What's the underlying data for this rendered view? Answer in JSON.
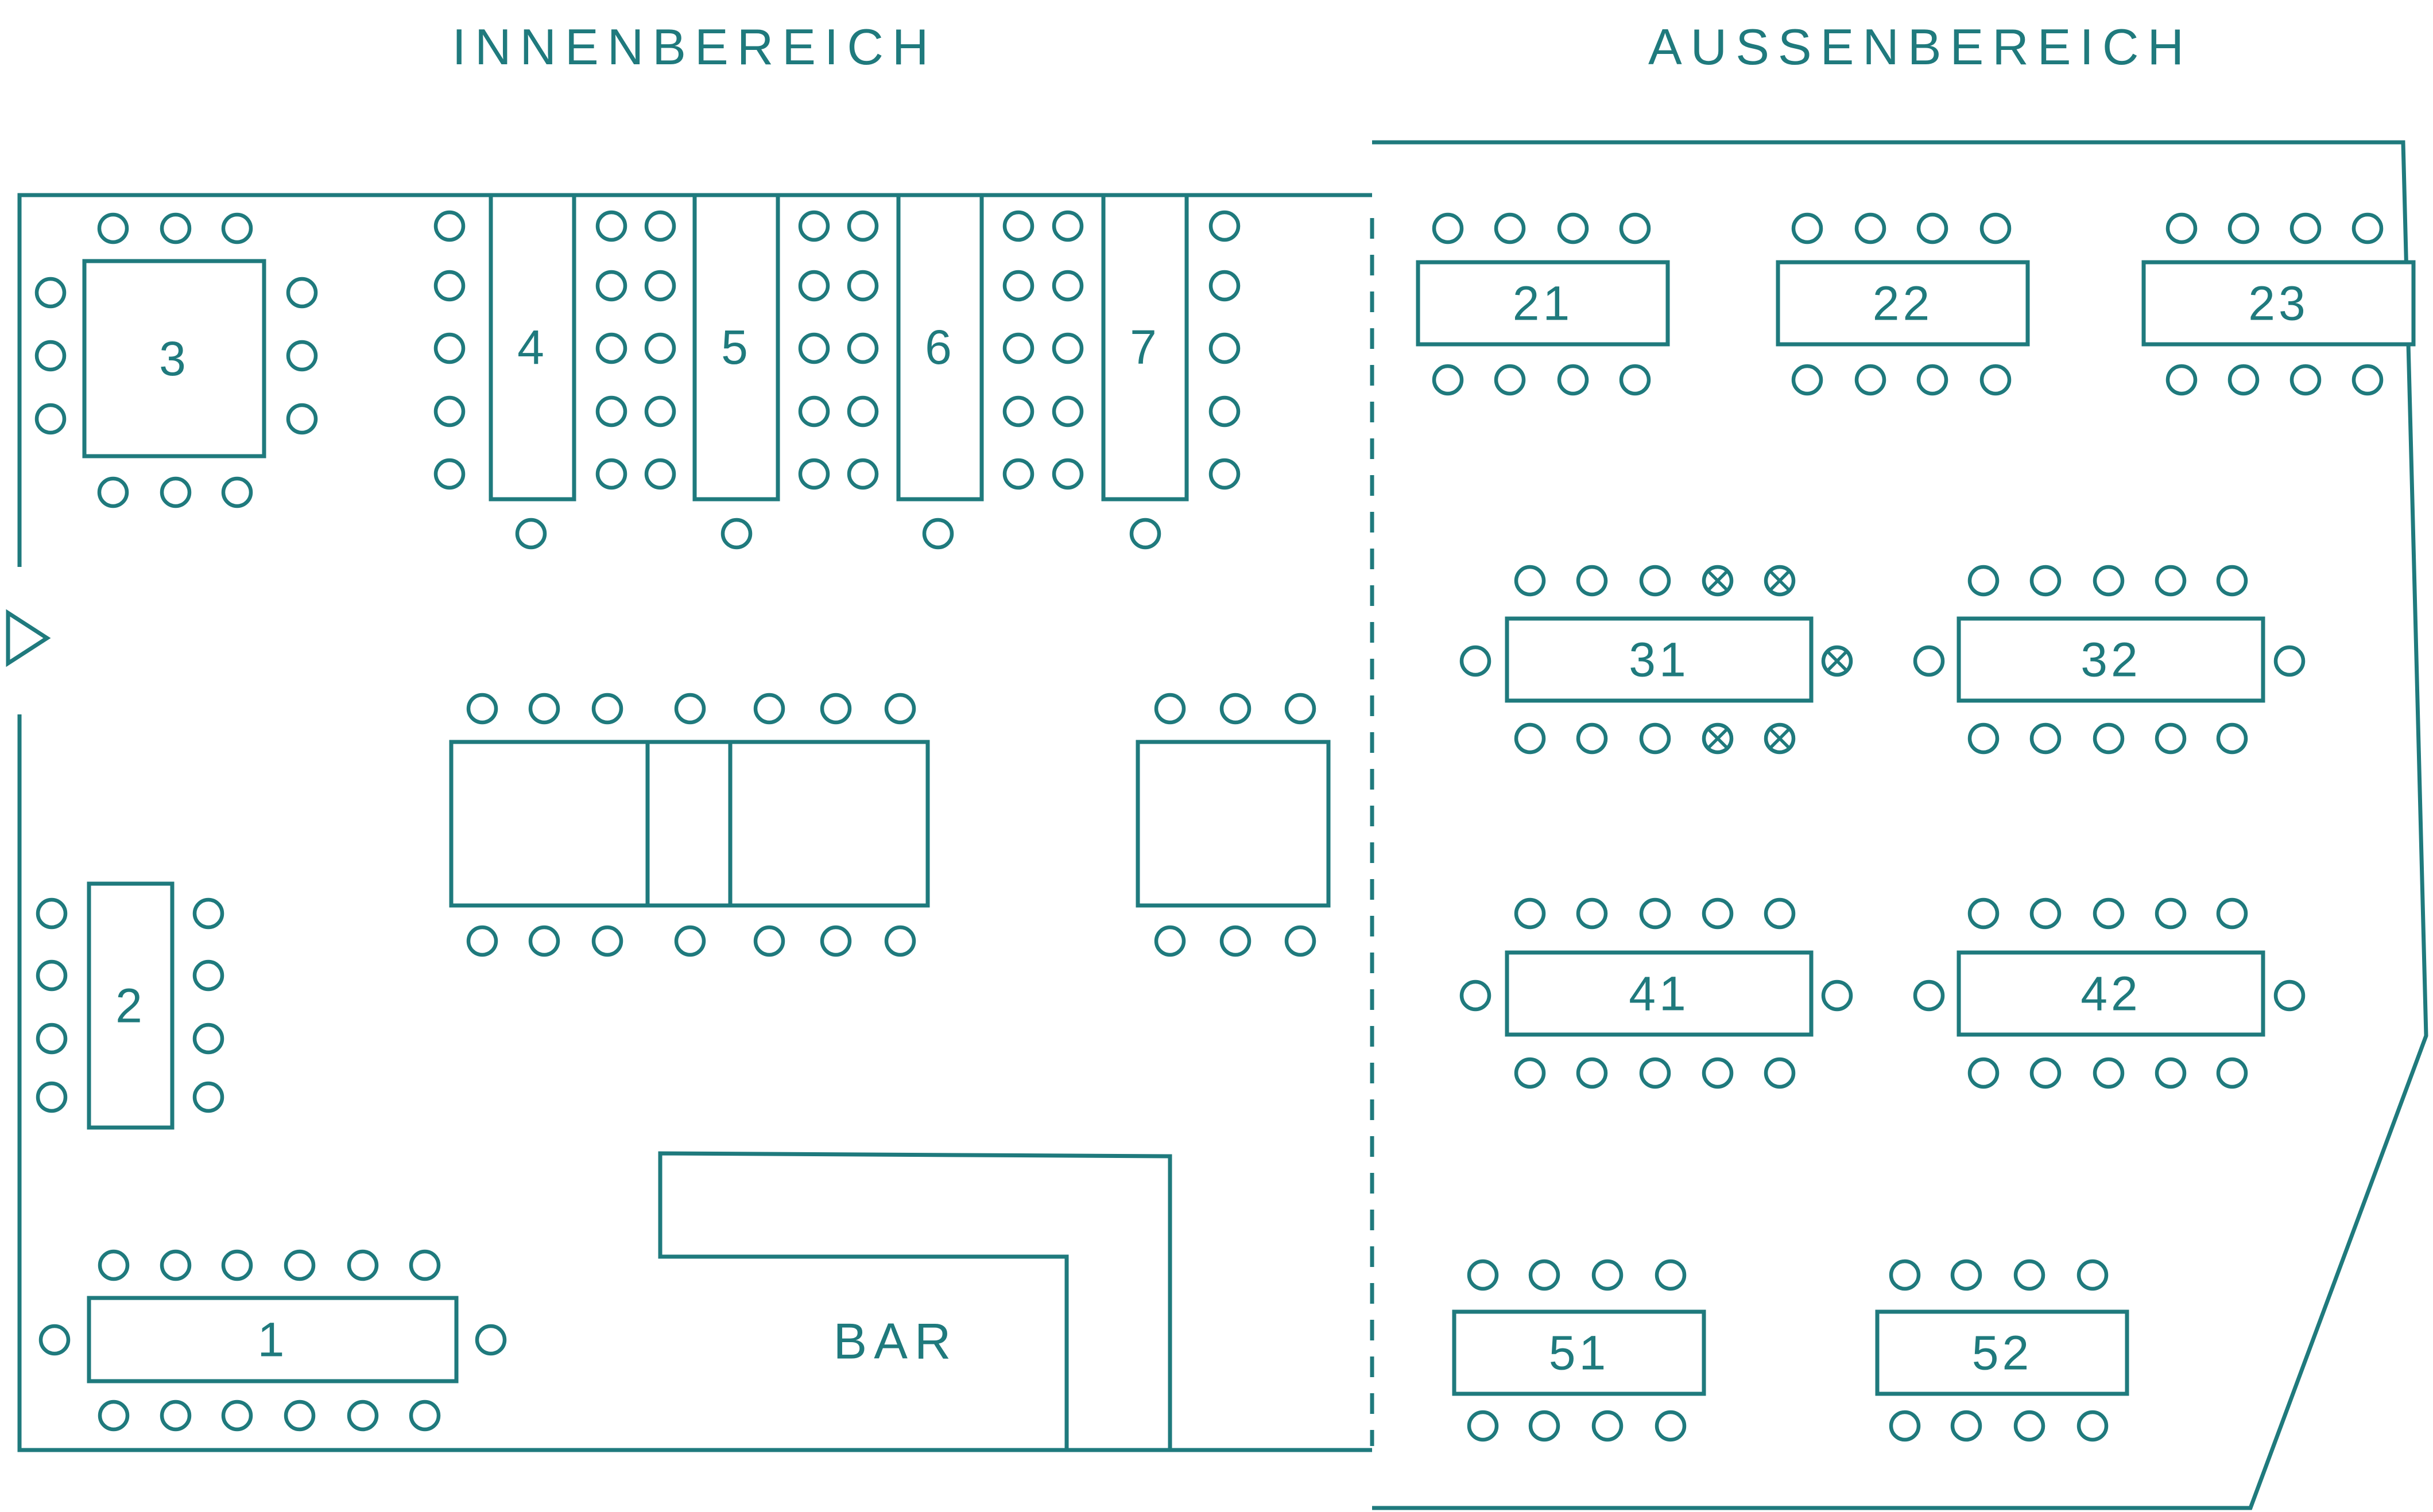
{
  "sections": {
    "indoor": "INNENBEREICH",
    "outdoor": "AUSSENBEREICH"
  },
  "bar_label": "BAR",
  "colors": {
    "line": "#1f7a7d",
    "background": "#ffffff"
  },
  "icons": {
    "entrance": "entrance-arrow-icon",
    "seat": "chair-circle-icon",
    "reserved_seat": "reserved-chair-x-icon"
  },
  "tables": {
    "t1": "1",
    "t2": "2",
    "t3": "3",
    "t4": "4",
    "t5": "5",
    "t6": "6",
    "t7": "7",
    "t21": "21",
    "t22": "22",
    "t23": "23",
    "t31": "31",
    "t32": "32",
    "t41": "41",
    "t42": "42",
    "t51": "51",
    "t52": "52"
  }
}
